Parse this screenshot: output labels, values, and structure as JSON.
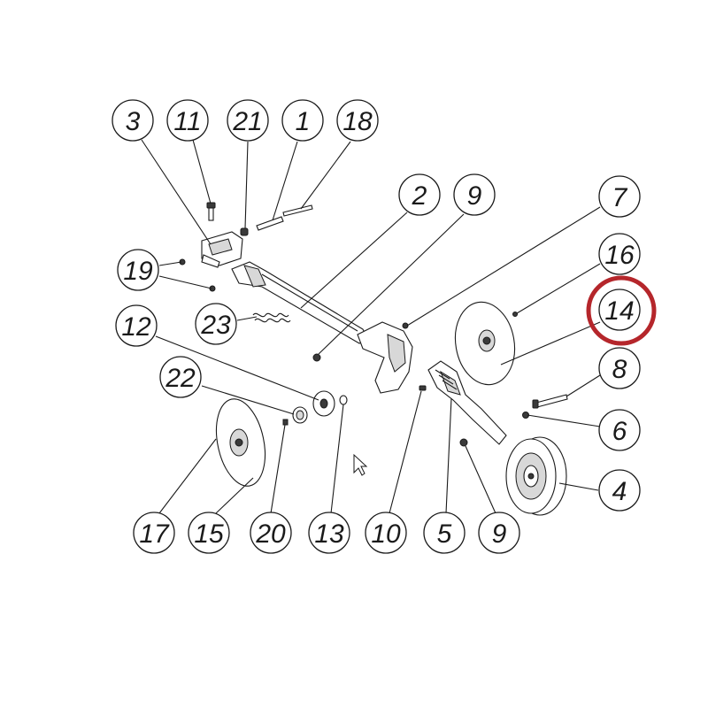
{
  "callouts": [
    {
      "id": "c3",
      "label": "3"
    },
    {
      "id": "c11",
      "label": "11"
    },
    {
      "id": "c21",
      "label": "21"
    },
    {
      "id": "c1",
      "label": "1"
    },
    {
      "id": "c18",
      "label": "18"
    },
    {
      "id": "c2",
      "label": "2"
    },
    {
      "id": "c9a",
      "label": "9"
    },
    {
      "id": "c7",
      "label": "7"
    },
    {
      "id": "c16",
      "label": "16"
    },
    {
      "id": "c14",
      "label": "14"
    },
    {
      "id": "c19",
      "label": "19"
    },
    {
      "id": "c23",
      "label": "23"
    },
    {
      "id": "c12",
      "label": "12"
    },
    {
      "id": "c22",
      "label": "22"
    },
    {
      "id": "c8",
      "label": "8"
    },
    {
      "id": "c6",
      "label": "6"
    },
    {
      "id": "c4",
      "label": "4"
    },
    {
      "id": "c17",
      "label": "17"
    },
    {
      "id": "c15",
      "label": "15"
    },
    {
      "id": "c20",
      "label": "20"
    },
    {
      "id": "c13",
      "label": "13"
    },
    {
      "id": "c10",
      "label": "10"
    },
    {
      "id": "c5",
      "label": "5"
    },
    {
      "id": "c9b",
      "label": "9"
    }
  ],
  "highlighted_callout": "14",
  "colors": {
    "highlight": "#b5262b",
    "line": "#1a1a1a",
    "background": "#ffffff"
  },
  "icons": {
    "cursor": "mouse-pointer-icon"
  }
}
